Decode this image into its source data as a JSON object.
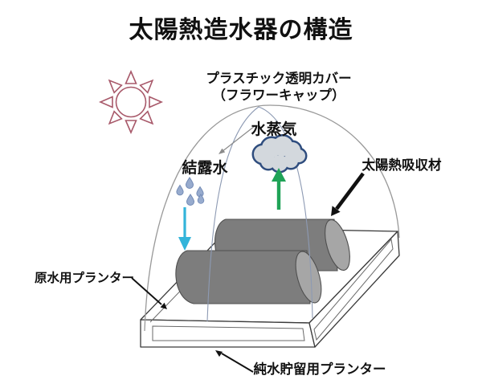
{
  "diagram": {
    "title": "太陽熱造水器の構造",
    "cover": {
      "line1": "プラスチック透明カバー",
      "line2": "（フラワーキャップ）"
    },
    "vapor_label": "水蒸気",
    "condensation_label": "結露水",
    "absorber_label": "太陽熱吸収材",
    "raw_water_label": "原水用プランター",
    "pure_water_label": "純水貯留用プランター"
  },
  "icons": {
    "sun": "sun-icon",
    "cloud": "steam-cloud-icon",
    "droplets": "water-droplets-icon",
    "up_arrow": "vapor-up-arrow-icon",
    "down_arrow": "condensation-down-arrow-icon"
  },
  "colors": {
    "sun_outline": "#a8596a",
    "cloud_outline": "#2f4d7e",
    "cloud_fill": "#d3d8dd",
    "vapor_arrow": "#1fa357",
    "condensation_arrow": "#33b4da",
    "droplet_fill": "#97abce",
    "droplet_outline": "#7189b4",
    "cylinder_body": "#7d7d7d",
    "cylinder_end": "#a6a6a6",
    "dome_line": "#999999",
    "arch_line": "#8d9ab3",
    "text_color": "#111111"
  }
}
